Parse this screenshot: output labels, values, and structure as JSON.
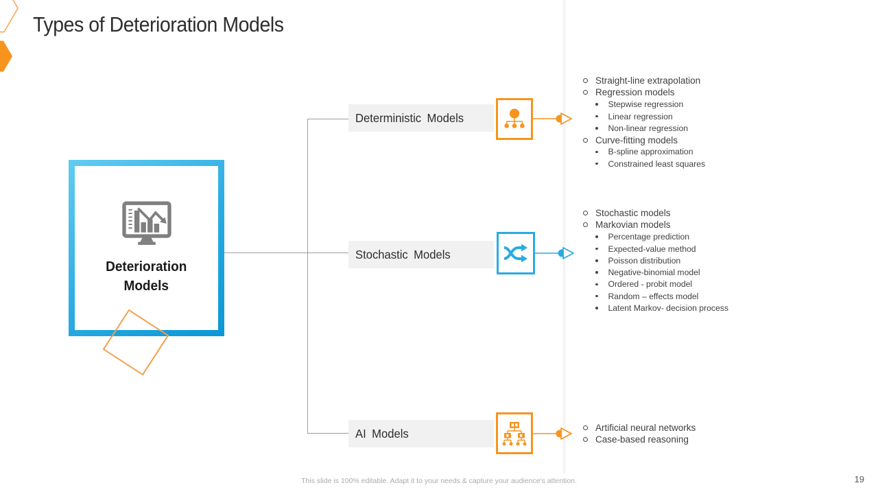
{
  "slide": {
    "title": "Types of Deterioration Models",
    "footer": "This slide is 100% editable. Adapt it to your needs & capture your audience's attention.",
    "page_number": "19"
  },
  "colors": {
    "accent_orange": "#F7941E",
    "accent_cyan": "#29ABE2",
    "node_border_gradient_start": "#63CCF1",
    "node_border_gradient_end": "#0A97D6",
    "icon_gray": "#7F7F7F",
    "label_bar_bg": "#F1F1F2",
    "connector_gray": "#9E9E9E"
  },
  "center": {
    "lines": [
      "Deterioration",
      "Models"
    ],
    "icon": "monitor-chart-decline-icon"
  },
  "branches": [
    {
      "id": "deterministic",
      "label": "Deterministic Models",
      "icon": "org-chart-circles-icon",
      "accent": "#F7941E",
      "items": [
        {
          "level": 1,
          "text": "Straight-line extrapolation"
        },
        {
          "level": 1,
          "text": "Regression models"
        },
        {
          "level": 2,
          "text": "Stepwise regression"
        },
        {
          "level": 2,
          "text": "Linear regression"
        },
        {
          "level": 2,
          "text": "Non-linear regression"
        },
        {
          "level": 1,
          "text": "Curve-fitting models"
        },
        {
          "level": 2,
          "text": "B-spline approximation"
        },
        {
          "level": 2,
          "text": "Constrained least squares"
        }
      ]
    },
    {
      "id": "stochastic",
      "label": "Stochastic Models",
      "icon": "shuffle-icon",
      "accent": "#29ABE2",
      "items": [
        {
          "level": 1,
          "text": "Stochastic models"
        },
        {
          "level": 1,
          "text": "Markovian models"
        },
        {
          "level": 2,
          "text": "Percentage prediction"
        },
        {
          "level": 2,
          "text": "Expected-value method"
        },
        {
          "level": 2,
          "text": "Poisson distribution"
        },
        {
          "level": 2,
          "text": "Negative-binomial model"
        },
        {
          "level": 2,
          "text": "Ordered - probit model"
        },
        {
          "level": 2,
          "text": "Random – effects model"
        },
        {
          "level": 2,
          "text": "Latent Markov- decision process"
        }
      ]
    },
    {
      "id": "ai",
      "label": "AI Models",
      "icon": "org-chart-rects-icon",
      "accent": "#F7941E",
      "items": [
        {
          "level": 1,
          "text": "Artificial neural networks"
        },
        {
          "level": 1,
          "text": "Case-based reasoning"
        }
      ]
    }
  ]
}
